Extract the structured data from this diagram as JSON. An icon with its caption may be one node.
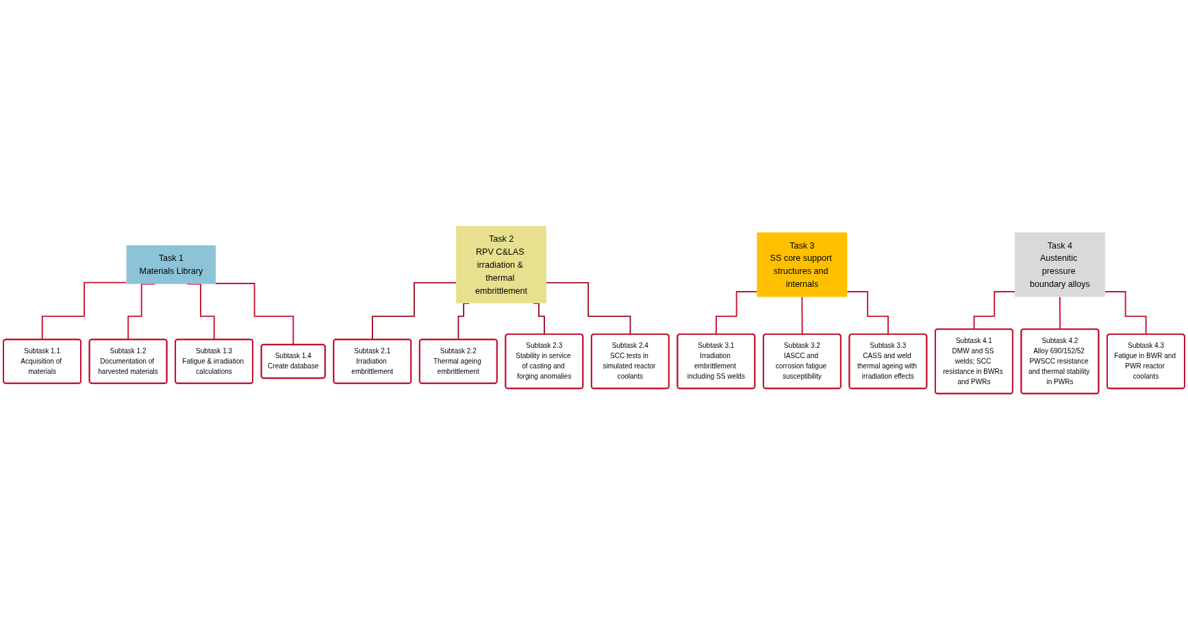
{
  "diagram": {
    "nodes": [
      {
        "text": [
          "Task 1",
          "Materials Library"
        ]
      },
      {
        "text": [
          "Subtask 1.1",
          "Acquisition of materials"
        ]
      },
      {
        "text": [
          "Subtask 1.2",
          "Documentation of harvested materials"
        ]
      },
      {
        "text": [
          "Subtask 1.3",
          "Fatigue & irradiation calculations"
        ]
      },
      {
        "text": [
          "Subtask 1.4",
          "Create database"
        ]
      },
      {
        "text": [
          "Task 2",
          "RPV C&LAS irradiation & thermal embrittlement"
        ]
      },
      {
        "text": [
          "Subtask 2.1",
          "Irradiation embrittlement"
        ]
      },
      {
        "text": [
          "Subtask 2.2",
          "Thermal ageing embrittlement"
        ]
      },
      {
        "text": [
          "Subtask 2.3",
          "Stability in service of casting and forging anomalies"
        ]
      },
      {
        "text": [
          "Subtask 2.4",
          "SCC tests in simulated reactor coolants"
        ]
      },
      {
        "text": [
          "Task 3",
          "SS core support structures and internals"
        ]
      },
      {
        "text": [
          "Subtask 3.1",
          "Irradiation embrittlement including SS welds"
        ]
      },
      {
        "text": [
          "Subtask 3.2",
          "IASCC and corrosion fatigue susceptibility"
        ]
      },
      {
        "text": [
          "Subtask 3.3",
          "CASS and weld thermal ageing with irradiation effects"
        ]
      },
      {
        "text": [
          "Task 4",
          "Austenitic pressure boundary alloys"
        ]
      },
      {
        "text": [
          "Subtask 4.1",
          "DMW and SS welds; SCC resistance in BWRs and PWRs"
        ]
      },
      {
        "text": [
          "Subtask 4.2",
          "Alloy 690/152/52 PWSCC resistance and thermal stability in PWRs"
        ]
      },
      {
        "text": [
          "Subtask 4.3",
          "Fatigue in BWR and PWR reactor coolants"
        ]
      }
    ],
    "edges": [
      {
        "from": 0,
        "to": 1,
        "arrow": "none"
      },
      {
        "from": 0,
        "to": 2,
        "arrow": "none"
      },
      {
        "from": 0,
        "to": 3,
        "arrow": "none"
      },
      {
        "from": 0,
        "to": 4,
        "arrow": "none"
      },
      {
        "from": 5,
        "to": 6,
        "arrow": "none",
        "color": "#9b0d25"
      },
      {
        "from": 5,
        "to": 7,
        "arrow": "none",
        "color": "#9b0d25"
      },
      {
        "from": 5,
        "to": 8,
        "arrow": "none",
        "color": "#9b0d25"
      },
      {
        "from": 5,
        "to": 9,
        "arrow": "none",
        "color": "#9b0d25"
      },
      {
        "from": 10,
        "to": 11,
        "arrow": "none"
      },
      {
        "from": 10,
        "to": 12,
        "arrow": "none"
      },
      {
        "from": 10,
        "to": 13,
        "arrow": "none"
      },
      {
        "from": 14,
        "to": 15,
        "arrow": "none"
      },
      {
        "from": 14,
        "to": 16,
        "arrow": "none"
      },
      {
        "from": 14,
        "to": 17,
        "arrow": "none"
      }
    ]
  }
}
